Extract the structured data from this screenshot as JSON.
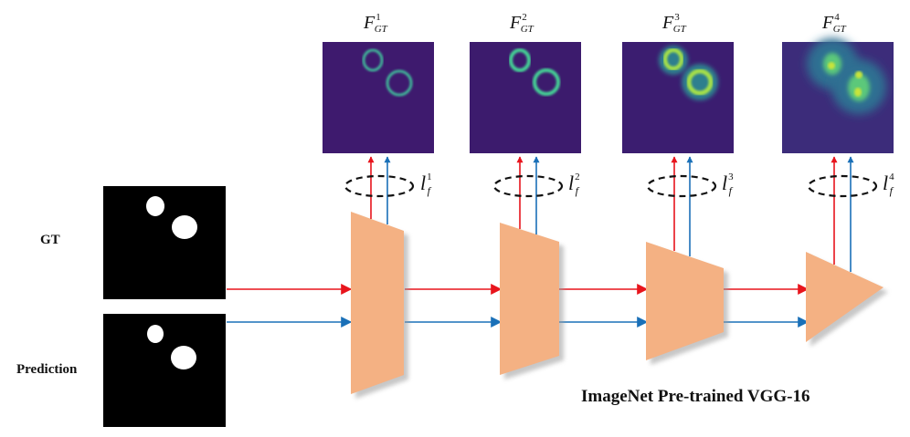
{
  "labels": {
    "gt": "GT",
    "prediction": "Prediction",
    "caption": "ImageNet Pre-trained VGG-16"
  },
  "feature_maps": [
    {
      "main": "F",
      "sup": "1",
      "sub": "GT"
    },
    {
      "main": "F",
      "sup": "2",
      "sub": "GT"
    },
    {
      "main": "F",
      "sup": "3",
      "sub": "GT"
    },
    {
      "main": "F",
      "sup": "4",
      "sub": "GT"
    }
  ],
  "losses": [
    {
      "main": "l",
      "sup": "1",
      "sub": "f"
    },
    {
      "main": "l",
      "sup": "2",
      "sub": "f"
    },
    {
      "main": "l",
      "sup": "3",
      "sub": "f"
    },
    {
      "main": "l",
      "sup": "4",
      "sub": "f"
    }
  ],
  "colors": {
    "gt_arrow": "#e8141c",
    "pred_arrow": "#1a70b8",
    "block_fill": "#f4b183",
    "feature_bg": "#3e1a6e",
    "feature_ring": "#41d1a0"
  }
}
